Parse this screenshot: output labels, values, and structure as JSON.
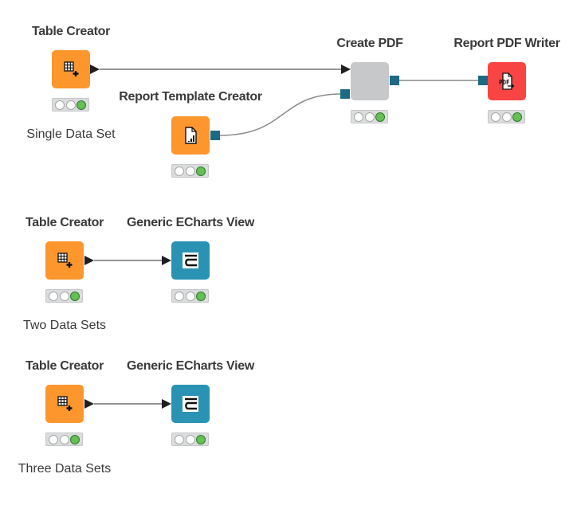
{
  "workflow": {
    "nodes": [
      {
        "id": "table-creator-1",
        "title": "Table Creator",
        "type": "source",
        "color": "#fc962d",
        "icon": "table-create-icon",
        "status": [
          "idle",
          "idle",
          "executed"
        ]
      },
      {
        "id": "report-template-creator",
        "title": "Report Template Creator",
        "type": "source",
        "color": "#fc962d",
        "icon": "report-template-icon",
        "status": [
          "idle",
          "idle",
          "executed"
        ]
      },
      {
        "id": "create-pdf",
        "title": "Create PDF",
        "type": "component",
        "color": "#c6c8ca",
        "icon": "",
        "status": [
          "idle",
          "idle",
          "executed"
        ]
      },
      {
        "id": "report-pdf-writer",
        "title": "Report PDF Writer",
        "type": "sink",
        "color": "#f94444",
        "icon": "pdf-writer-icon",
        "status": [
          "idle",
          "idle",
          "executed"
        ]
      },
      {
        "id": "table-creator-2",
        "title": "Table Creator",
        "type": "source",
        "color": "#fc962d",
        "icon": "table-create-icon",
        "status": [
          "idle",
          "idle",
          "executed"
        ]
      },
      {
        "id": "echarts-view-2",
        "title": "Generic ECharts View",
        "type": "visualizer",
        "color": "#2a93b4",
        "icon": "echarts-icon",
        "status": [
          "idle",
          "idle",
          "executed"
        ]
      },
      {
        "id": "table-creator-3",
        "title": "Table Creator",
        "type": "source",
        "color": "#fc962d",
        "icon": "table-create-icon",
        "status": [
          "idle",
          "idle",
          "executed"
        ]
      },
      {
        "id": "echarts-view-3",
        "title": "Generic ECharts View",
        "type": "visualizer",
        "color": "#2a93b4",
        "icon": "echarts-icon",
        "status": [
          "idle",
          "idle",
          "executed"
        ]
      }
    ],
    "connections": [
      {
        "from": "table-creator-1",
        "to": "create-pdf"
      },
      {
        "from": "report-template-creator",
        "to": "create-pdf"
      },
      {
        "from": "create-pdf",
        "to": "report-pdf-writer"
      },
      {
        "from": "table-creator-2",
        "to": "echarts-view-2"
      },
      {
        "from": "table-creator-3",
        "to": "echarts-view-3"
      }
    ],
    "annotations": [
      {
        "text": "Single Data Set"
      },
      {
        "text": "Two Data Sets"
      },
      {
        "text": "Three Data Sets"
      }
    ]
  },
  "colors": {
    "source": "#fc962d",
    "component": "#c6c8ca",
    "sink": "#f94444",
    "visualizer": "#2a93b4",
    "data_port": "#1c6a84",
    "status_green": "#65bf55"
  }
}
